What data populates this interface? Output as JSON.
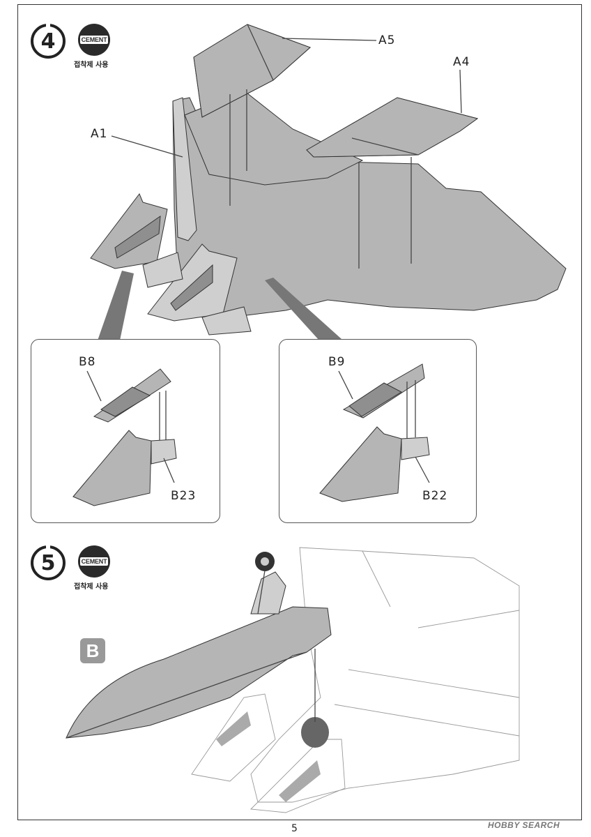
{
  "steps": [
    {
      "number": "4",
      "cement_label": "CEMENT",
      "cement_sub": "접착제 사용"
    },
    {
      "number": "5",
      "cement_label": "CEMENT",
      "cement_sub": "접착제 사용"
    }
  ],
  "step4": {
    "labels": {
      "a5": "A5",
      "a4": "A4",
      "a1": "A1"
    },
    "detail_left": {
      "top_label": "B8",
      "bottom_label": "B23"
    },
    "detail_right": {
      "top_label": "B9",
      "bottom_label": "B22"
    }
  },
  "step5": {
    "sub_assembly_badge": "B"
  },
  "footer": {
    "page_number": "5",
    "watermark": "HOBBY SEARCH"
  }
}
